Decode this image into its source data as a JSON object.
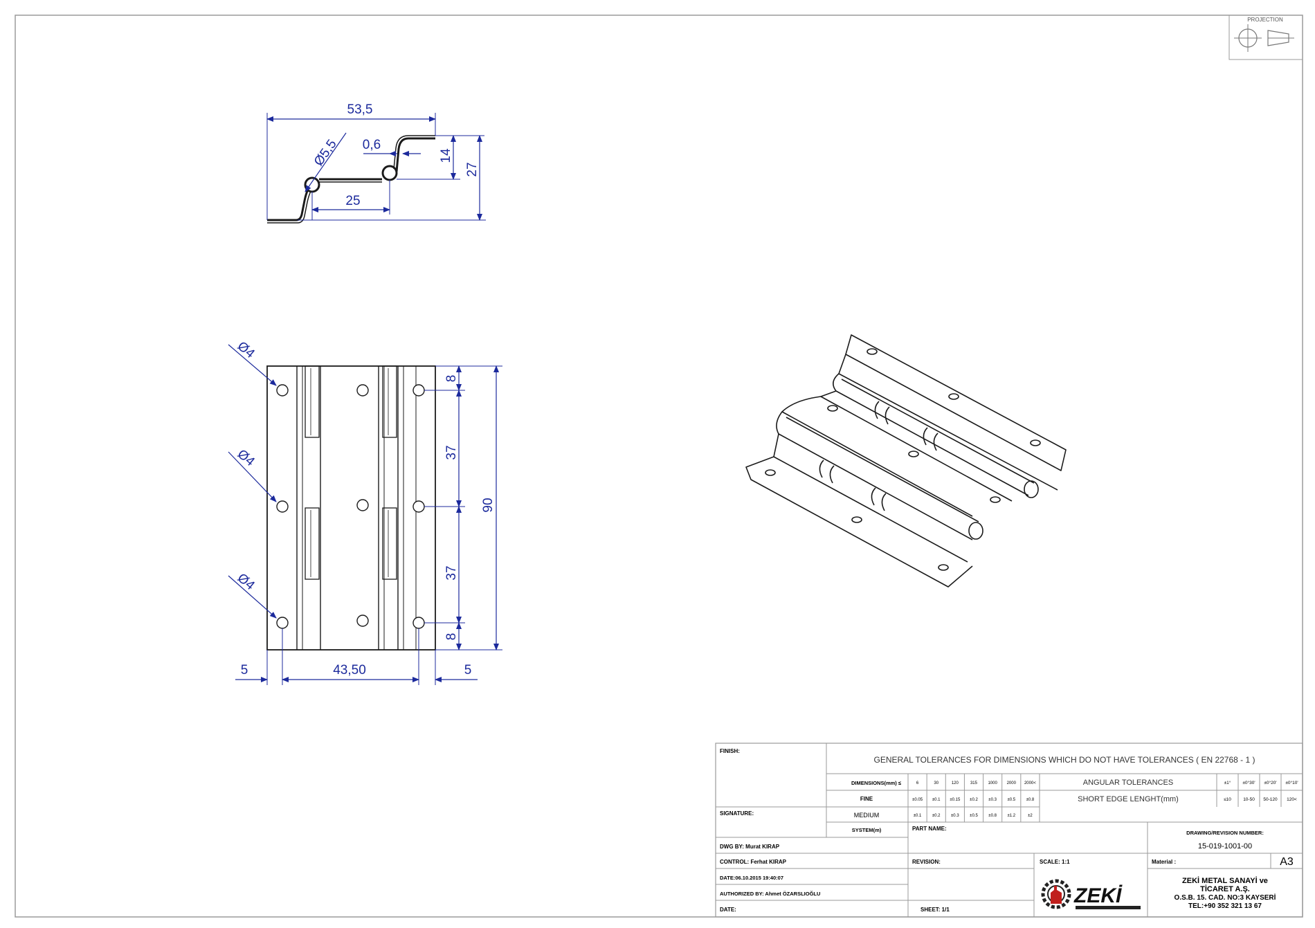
{
  "projection": {
    "label": "PROJECTION"
  },
  "profile_view": {
    "dims": {
      "overall_width": "53,5",
      "thickness": "0,6",
      "pin_diameter": "Ø5,5",
      "pin_spacing": "25",
      "height_inner": "14",
      "height_total": "27"
    }
  },
  "front_view": {
    "dims": {
      "hole_dia_top": "Ø4",
      "hole_dia_mid": "Ø4",
      "hole_dia_bot": "Ø4",
      "edge_top": "8",
      "pitch_upper": "37",
      "pitch_lower": "37",
      "edge_bottom": "8",
      "overall_height": "90",
      "margin_left": "5",
      "hole_span": "43,50",
      "margin_right": "5"
    }
  },
  "title_block": {
    "finish_label": "FINISH:",
    "signature_label": "SIGNATURE:",
    "general_tolerances": "GENERAL TOLERANCES FOR DIMENSIONS WHICH DO NOT HAVE TOLERANCES ( EN 22768 - 1 )",
    "dimensions_label": "DIMENSIONS(mm) ≤",
    "dim_headers": [
      "6",
      "30",
      "120",
      "315",
      "1000",
      "2000",
      "2000<"
    ],
    "fine_label": "FINE",
    "fine_values": [
      "±0.05",
      "±0.1",
      "±0.15",
      "±0.2",
      "±0.3",
      "±0.5",
      "±0.8"
    ],
    "medium_label": "MEDIUM",
    "medium_values": [
      "±0.1",
      "±0.2",
      "±0.3",
      "±0.5",
      "±0.8",
      "±1.2",
      "±2"
    ],
    "system_label": "SYSTEM(m)",
    "angular_label": "ANGULAR TOLERANCES",
    "angular_values": [
      "±1°",
      "±0°30'",
      "±0°20'",
      "±0°10'"
    ],
    "short_edge_label": "SHORT EDGE LENGHT(mm)",
    "short_edge_values": [
      "≤10",
      "10-50",
      "50-120",
      "120<"
    ],
    "part_name_label": "PART NAME:",
    "drawing_number_label": "DRAWING/REVISION NUMBER:",
    "drawing_number": "15-019-1001-00",
    "dwg_by": "DWG BY: Murat KIRAP",
    "control": "CONTROL: Ferhat KIRAP",
    "date_line": "DATE:06.10.2015 19:40:07",
    "authorized": "AUTHORIZED BY: Ahmet ÖZARSLIOĞLU",
    "date_label": "DATE:",
    "revision_label": "REVISION:",
    "scale_label": "SCALE: 1:1",
    "material_label": "Material :",
    "sheet_size": "A3",
    "sheet_label": "SHEET: 1/1",
    "logo_text": "ZEKİ",
    "company_line1": "ZEKİ METAL SANAYİ ve",
    "company_line2": "TİCARET A.Ş.",
    "company_line3": "O.S.B. 15. CAD. NO:3  KAYSERİ",
    "company_line4": "TEL:+90 352 321 13 67"
  },
  "colors": {
    "dimension": "#1c2a9c",
    "outline": "#1a1a1a",
    "logo_red": "#c0201d"
  }
}
